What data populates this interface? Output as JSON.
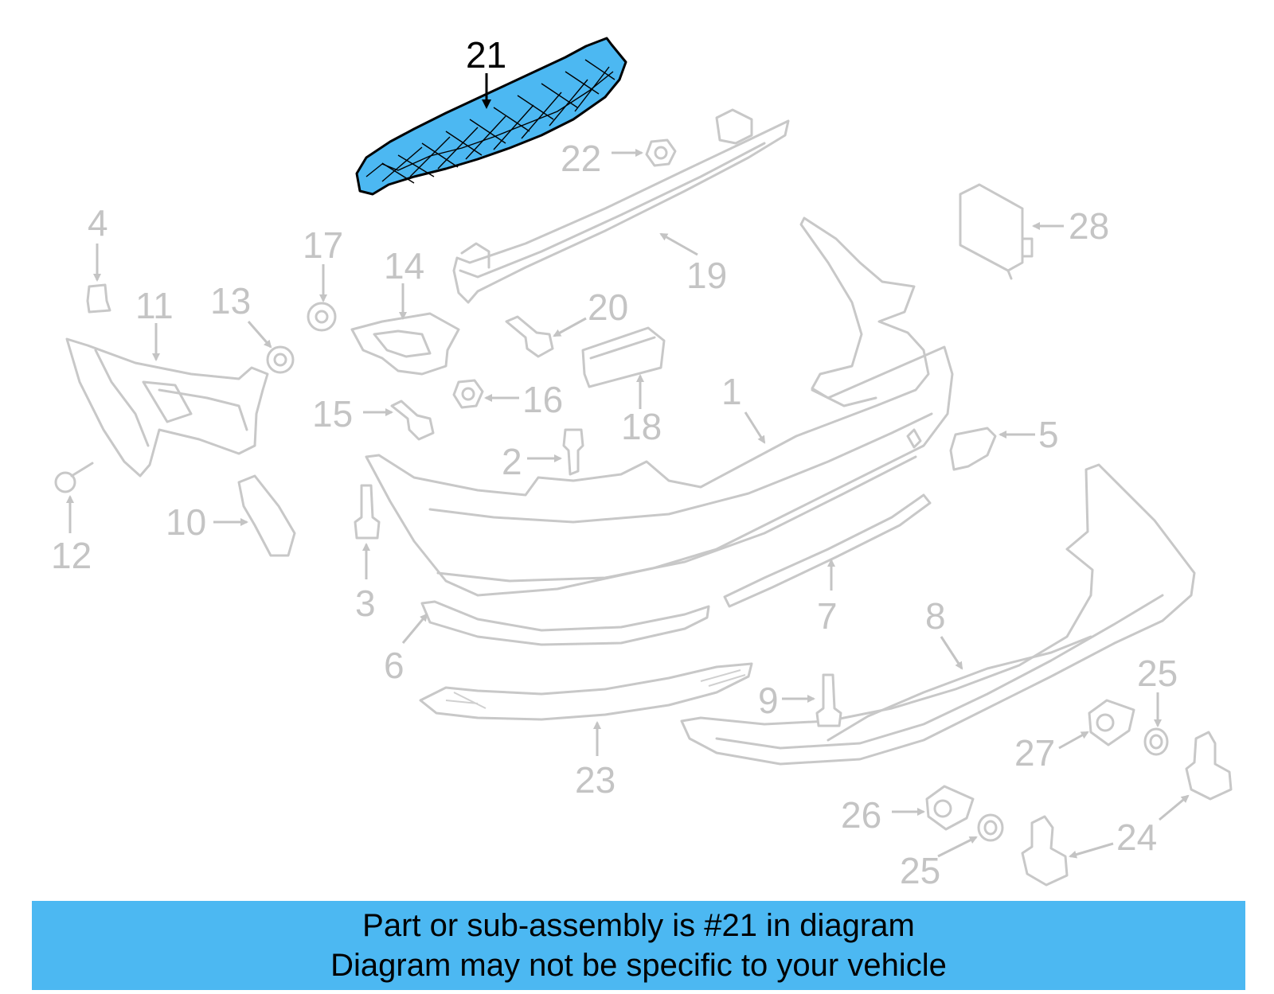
{
  "highlight": {
    "callout": "21",
    "color": "#4cb8f2"
  },
  "callouts": {
    "c1": "1",
    "c2": "2",
    "c3": "3",
    "c4": "4",
    "c5": "5",
    "c6": "6",
    "c7": "7",
    "c8": "8",
    "c9": "9",
    "c10": "10",
    "c11": "11",
    "c12": "12",
    "c13": "13",
    "c14": "14",
    "c15": "15",
    "c16": "16",
    "c17": "17",
    "c18": "18",
    "c19": "19",
    "c20": "20",
    "c22": "22",
    "c23": "23",
    "c24": "24",
    "c25a": "25",
    "c25b": "25",
    "c26": "26",
    "c27": "27",
    "c28": "28"
  },
  "banner": {
    "line1": "Part or sub-assembly is #21 in diagram",
    "line2": "Diagram may not be specific to your vehicle",
    "color": "#4cb8f2"
  }
}
